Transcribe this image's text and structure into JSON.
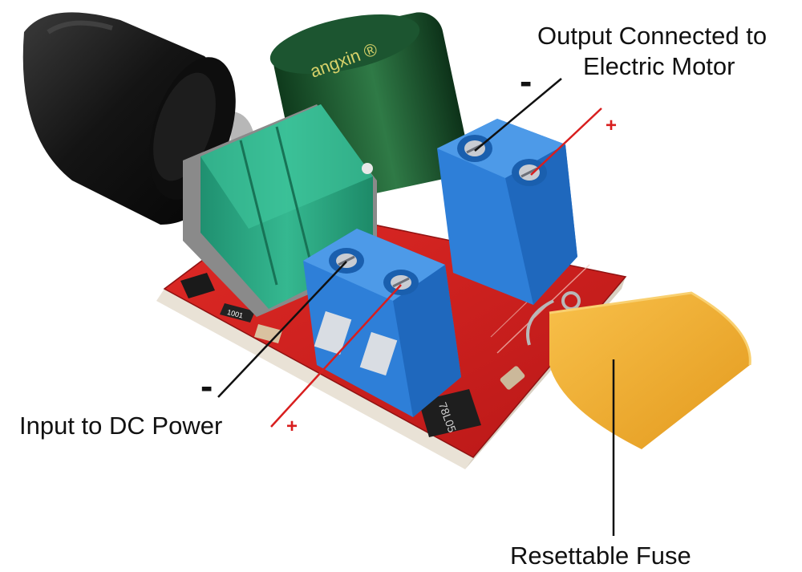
{
  "annotations": {
    "output": {
      "line1": "Output Connected to",
      "line2": "Electric Motor"
    },
    "input": {
      "text": "Input to DC Power"
    },
    "fuse": {
      "text": "Resettable Fuse"
    }
  },
  "polarity": {
    "negative": "-",
    "positive": "+"
  },
  "components": {
    "capacitor_marking": "angxin ®",
    "resistor_marking": "1001",
    "regulator_marking": "78L05"
  },
  "colors": {
    "pcb": "#cf1f1f",
    "terminal": "#2e7fd8",
    "potentiometer": "#28a884",
    "capacitor": "#1f5a2e",
    "knob": "#151515",
    "fuse": "#f0aa2c",
    "leader_negative": "#111111",
    "leader_positive": "#d81e1e"
  }
}
